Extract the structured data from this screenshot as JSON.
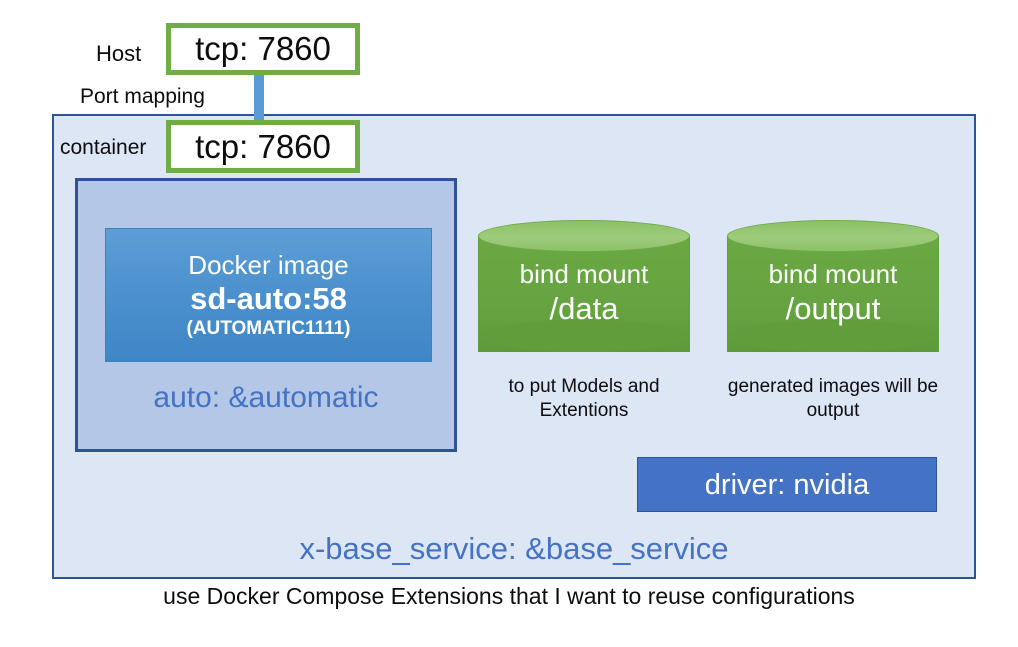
{
  "diagram": {
    "title": "Docker Compose container architecture",
    "colors": {
      "container_fill": "#dce6f4",
      "container_border": "#2e5395",
      "auto_fill": "#b4c7e7",
      "accent_blue": "#4472c4",
      "port_border_green": "#70ad47",
      "cylinder_green": "#66a441",
      "connector_blue": "#5b9bd5",
      "docker_box_blue": "#4e93cf"
    },
    "host": {
      "label": "Host",
      "port_mapping_label": "Port mapping",
      "port_value": "tcp: 7860"
    },
    "container": {
      "label": "container",
      "port_value": "tcp: 7860",
      "base_service_label": "x-base_service: &base_service"
    },
    "auto_service": {
      "anchor_label": "auto: &automatic",
      "image": {
        "caption": "Docker image",
        "name": "sd-auto:58",
        "variant": "(AUTOMATIC1111)"
      }
    },
    "volumes": [
      {
        "icon": "database-cylinder-icon",
        "line1": "bind mount",
        "line2": "/data",
        "caption": "to put Models and Extentions"
      },
      {
        "icon": "database-cylinder-icon",
        "line1": "bind mount",
        "line2": "/output",
        "caption": "generated images will be output"
      }
    ],
    "driver": {
      "label": "driver: nvidia"
    },
    "footer_note": "use Docker Compose Extensions that I want to reuse configurations"
  }
}
